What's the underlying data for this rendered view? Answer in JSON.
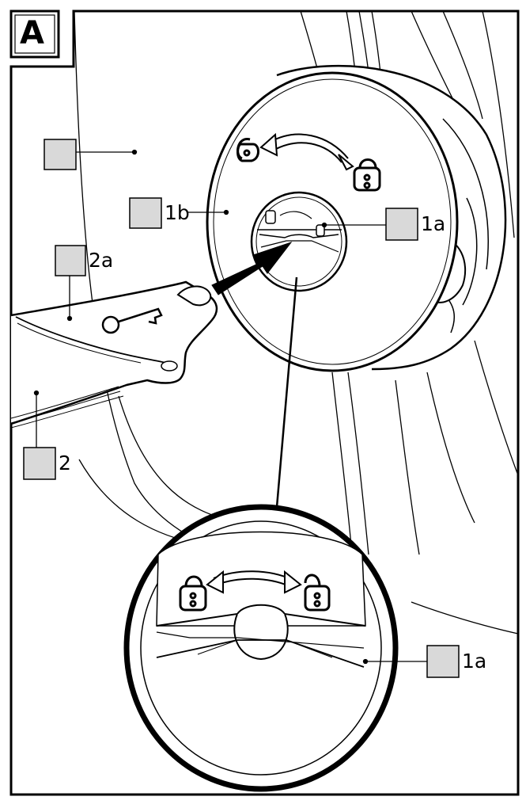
{
  "panel": {
    "letter": "A"
  },
  "callouts": [
    {
      "id": "unlabeled",
      "text": ""
    },
    {
      "id": "1b",
      "text": "1b"
    },
    {
      "id": "1a-top",
      "text": "1a"
    },
    {
      "id": "2a",
      "text": "2a"
    },
    {
      "id": "2",
      "text": "2"
    },
    {
      "id": "1a-detail",
      "text": "1a"
    }
  ],
  "colors": {
    "line": "#000000",
    "callout_box": "#d9d9d9",
    "background": "#ffffff"
  },
  "icons": [
    "lock-closed-icon",
    "lock-open-icon",
    "double-arrow-icon",
    "key-icon",
    "insert-arrow-icon"
  ]
}
